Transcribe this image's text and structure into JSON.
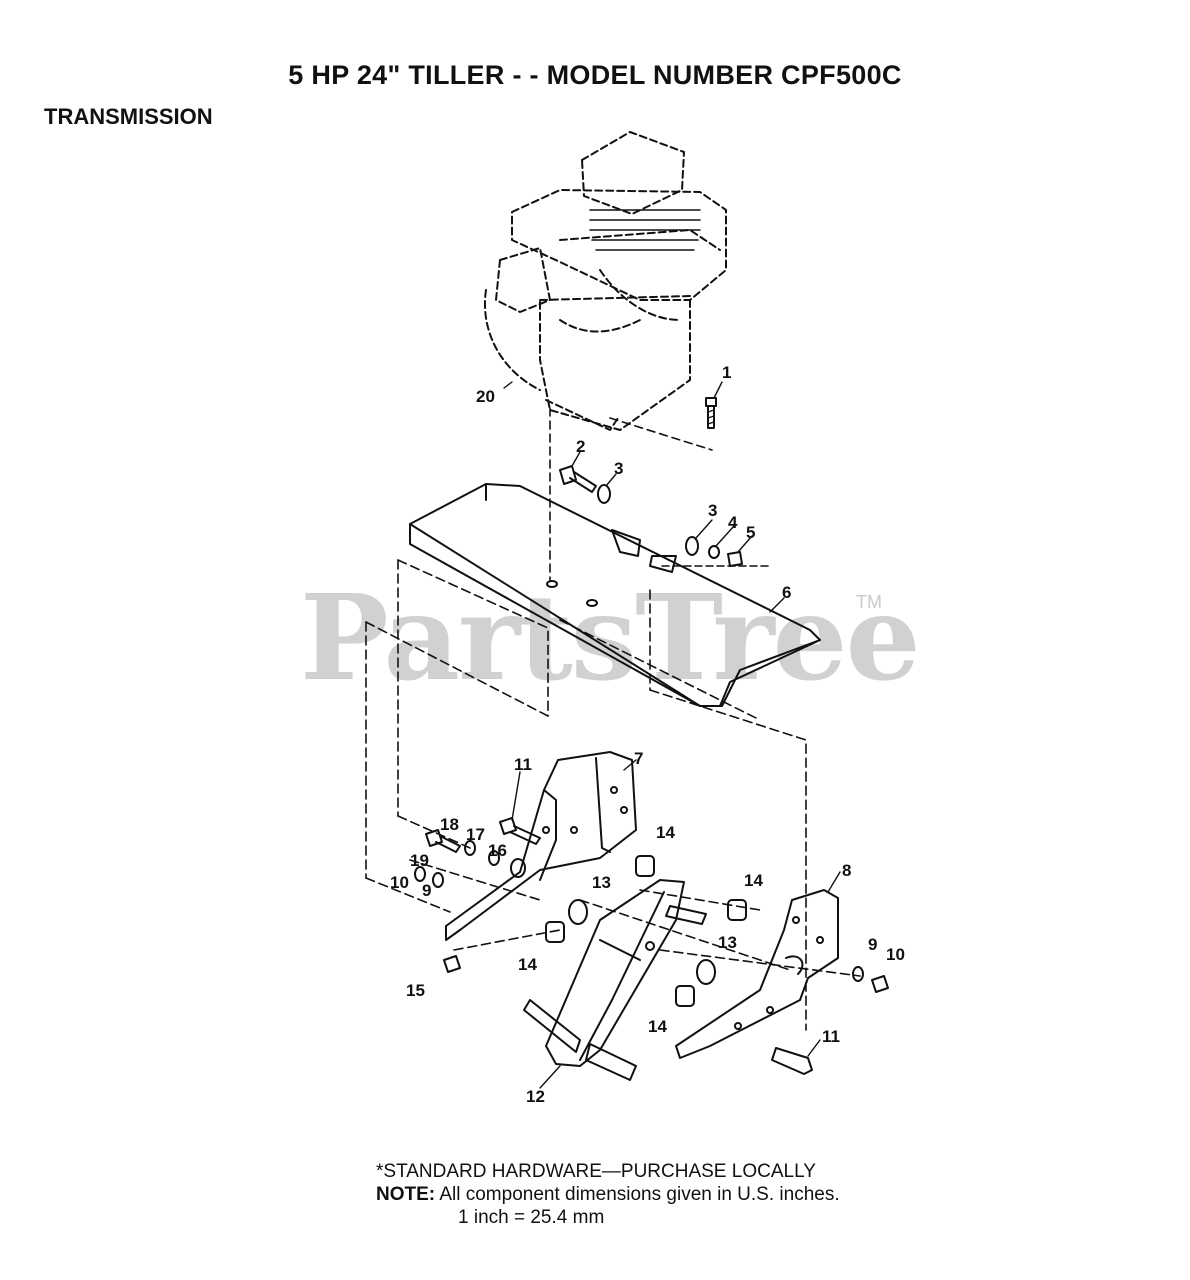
{
  "header": {
    "title": "5 HP 24\" TILLER - - MODEL NUMBER CPF500C",
    "section": "TRANSMISSION"
  },
  "watermark": {
    "text": "PartsTree",
    "tm": "TM"
  },
  "callouts": [
    {
      "id": "c20",
      "label": "20"
    },
    {
      "id": "c1",
      "label": "1"
    },
    {
      "id": "c2",
      "label": "2"
    },
    {
      "id": "c3a",
      "label": "3"
    },
    {
      "id": "c3b",
      "label": "3"
    },
    {
      "id": "c4",
      "label": "4"
    },
    {
      "id": "c5",
      "label": "5"
    },
    {
      "id": "c6",
      "label": "6"
    },
    {
      "id": "c7",
      "label": "7"
    },
    {
      "id": "c11a",
      "label": "11"
    },
    {
      "id": "c19",
      "label": "19"
    },
    {
      "id": "c18",
      "label": "18"
    },
    {
      "id": "c17",
      "label": "17"
    },
    {
      "id": "c16",
      "label": "16"
    },
    {
      "id": "c14a",
      "label": "14"
    },
    {
      "id": "c10a",
      "label": "10"
    },
    {
      "id": "c9a",
      "label": "9"
    },
    {
      "id": "c13a",
      "label": "13"
    },
    {
      "id": "c14b",
      "label": "14"
    },
    {
      "id": "c8",
      "label": "8"
    },
    {
      "id": "c15",
      "label": "15"
    },
    {
      "id": "c14c",
      "label": "14"
    },
    {
      "id": "c13b",
      "label": "13"
    },
    {
      "id": "c9b",
      "label": "9"
    },
    {
      "id": "c10b",
      "label": "10"
    },
    {
      "id": "c14d",
      "label": "14"
    },
    {
      "id": "c11b",
      "label": "11"
    },
    {
      "id": "c12",
      "label": "12"
    }
  ],
  "notes": {
    "hardware": "*STANDARD HARDWARE—PURCHASE LOCALLY",
    "note_label": "NOTE:",
    "note_text": "All component dimensions given in U.S. inches.",
    "conversion": "1 inch = 25.4 mm"
  }
}
